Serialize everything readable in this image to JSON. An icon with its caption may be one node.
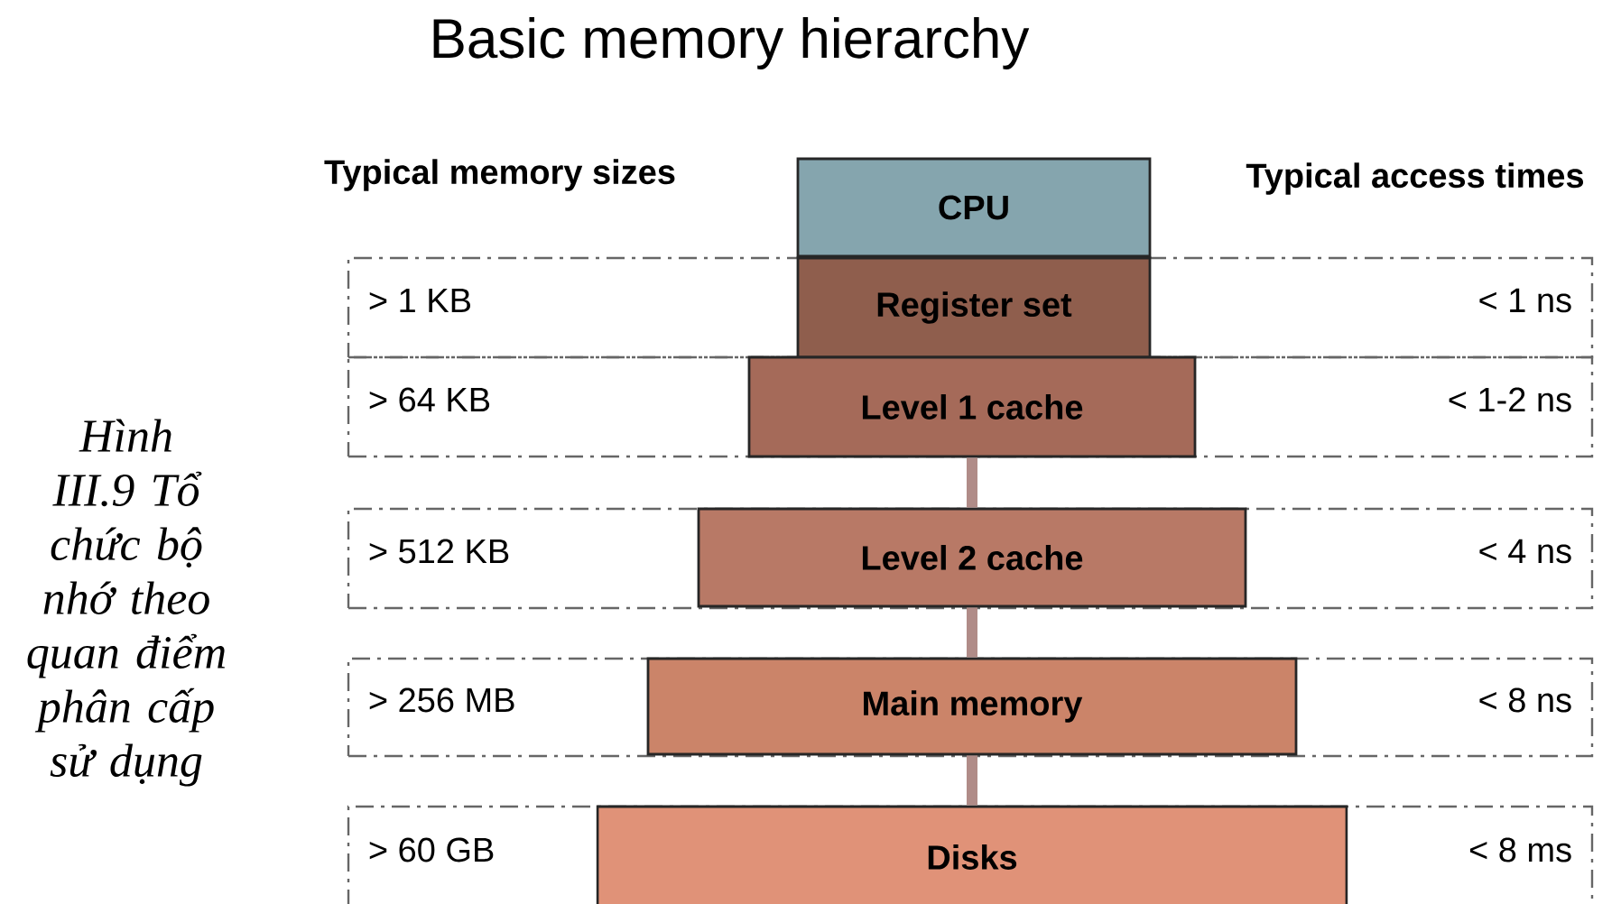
{
  "diagram": {
    "title": "Basic memory hierarchy",
    "caption": "Hình III.9 Tổ chức bộ nhớ theo quan điểm phân cấp sử dụng",
    "nodes": [
      {
        "text": [
          "CPU"
        ]
      },
      {
        "text": [
          "> 1 KB",
          "< 1 ns"
        ]
      },
      {
        "text": [
          "Register set"
        ],
        "in": 1
      },
      {
        "text": [
          "> 64 KB",
          "< 1-2 ns"
        ]
      },
      {
        "text": [
          "Level 1 cache"
        ],
        "in": 3
      },
      {
        "text": [
          "> 512 KB",
          "< 4 ns"
        ]
      },
      {
        "text": [
          "Level 2 cache"
        ],
        "in": 5
      },
      {
        "text": [
          "> 256 MB",
          "< 8 ns"
        ]
      },
      {
        "text": [
          "Main memory"
        ],
        "in": 7
      },
      {
        "text": [
          "> 60 GB",
          "< 8 ms"
        ]
      },
      {
        "text": [
          "Disks"
        ],
        "in": 9
      }
    ],
    "edges": [
      {
        "from": 4,
        "to": 6,
        "arrow": "none"
      },
      {
        "from": 6,
        "to": 8,
        "arrow": "none"
      },
      {
        "from": 8,
        "to": 10,
        "arrow": "none"
      }
    ],
    "labels": [
      "Typical memory sizes",
      "Typical access times"
    ]
  }
}
